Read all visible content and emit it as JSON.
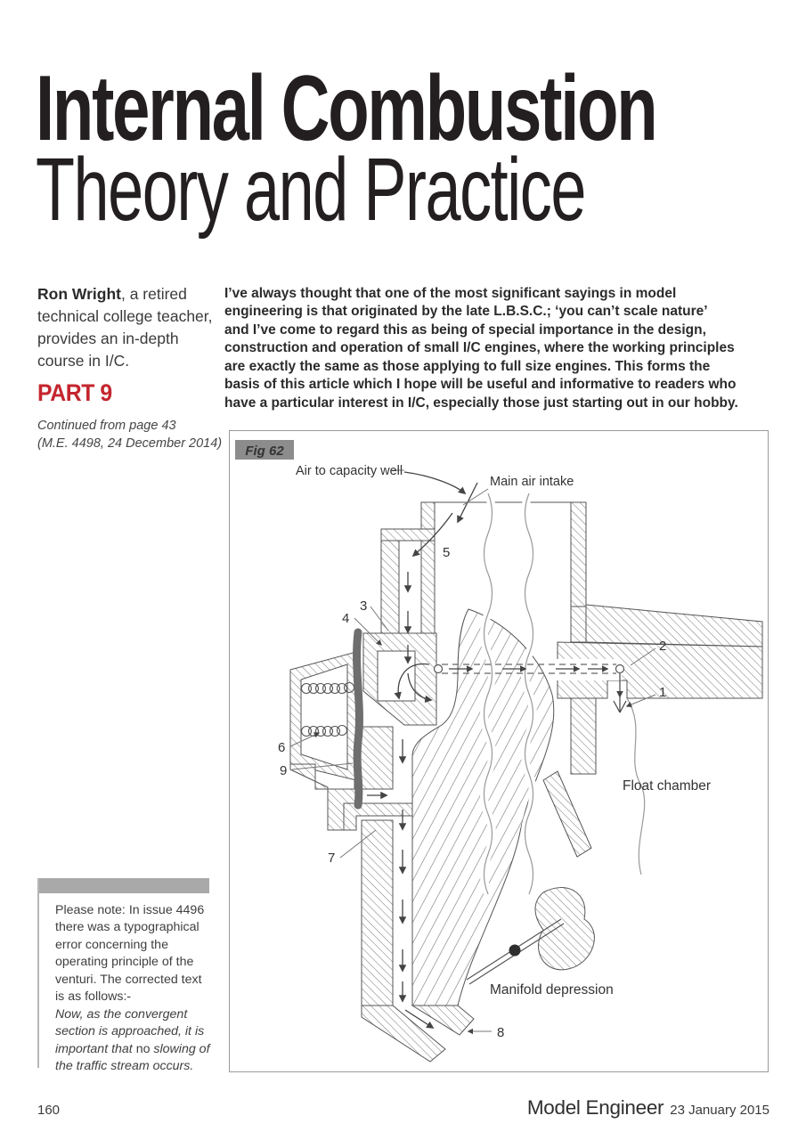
{
  "header": {
    "title_line1": "Internal Combustion",
    "title_line2": "Theory and Practice"
  },
  "intro": {
    "author_bold": "Ron Wright",
    "author_rest": ", a retired technical college teacher, provides an in-depth course in I/C.",
    "part_label": "PART 9",
    "continued": "Continued from page 43\n(M.E. 4498, 24 December 2014)"
  },
  "lead_paragraph": "I’ve always thought that one of the most significant sayings in model\nengineering is that originated by the late L.B.S.C.; ‘you can’t scale nature’\nand I’ve come to regard this as being of special importance in the design,\nconstruction and operation of small I/C engines, where the working principles\nare exactly the same as those applying to full size engines. This forms the\nbasis of this article which I hope will be useful and informative to readers who\nhave a particular interest in I/C, especially those just starting out in our hobby.",
  "note_box": {
    "intro": "Please note: In issue 4496 there was a typographical error concerning the operating principle of the venturi. The corrected text is as follows:-",
    "italic_a": "Now, as the convergent section is approached, it is important that ",
    "emphasis": "no",
    "italic_b": " slowing of the traffic stream occurs."
  },
  "figure": {
    "label": "Fig 62",
    "labels": {
      "air_to_capacity_well": "Air to capacity well",
      "main_air_intake": "Main air intake",
      "float_chamber": "Float chamber",
      "manifold_depression": "Manifold depression"
    },
    "callouts": {
      "n1": "1",
      "n2": "2",
      "n3": "3",
      "n4": "4",
      "n5": "5",
      "n6": "6",
      "n7": "7",
      "n8": "8",
      "n9": "9"
    }
  },
  "footer": {
    "page_number": "160",
    "magazine_title": "Model Engineer",
    "issue_date": "23 January 2015"
  },
  "colors": {
    "accent_red": "#c4262e",
    "fig_label_bg": "#8c8c8c",
    "note_bar": "#a9a9a9"
  }
}
